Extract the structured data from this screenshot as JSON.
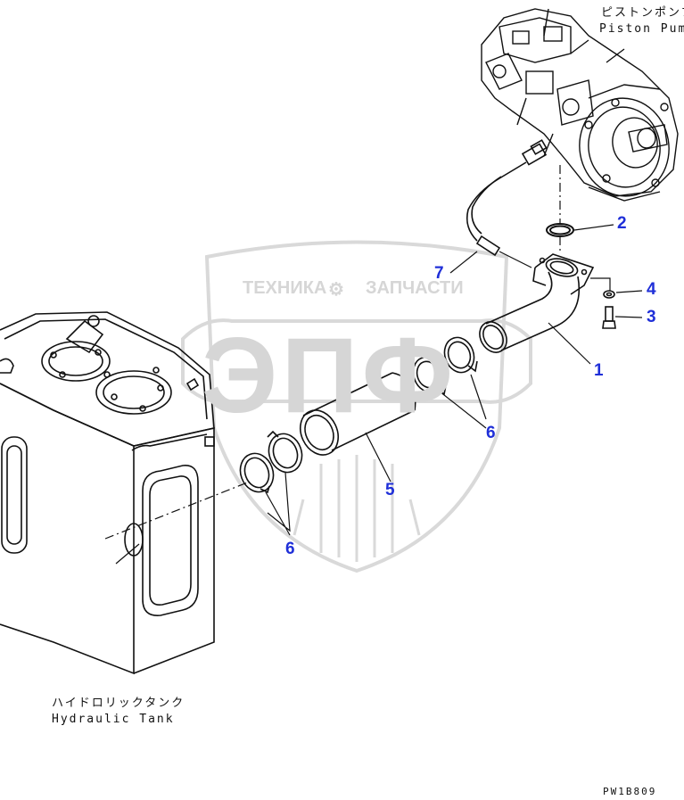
{
  "labels": {
    "pump_jp": "ピストンポンプ",
    "pump_en": "Piston Pump",
    "tank_jp": "ハイドロリックタンク",
    "tank_en": "Hydraulic Tank",
    "code": "PW1B809"
  },
  "callouts": [
    "1",
    "2",
    "3",
    "4",
    "5",
    "6",
    "6",
    "7"
  ],
  "watermark": {
    "line1": "ТЕХНИКА",
    "line2": "ЗАПЧАСТИ",
    "big": "ЭПФ"
  },
  "colors": {
    "ink": "#111111",
    "callout": "#1f2fd8",
    "watermark": "#d6d6d6"
  }
}
